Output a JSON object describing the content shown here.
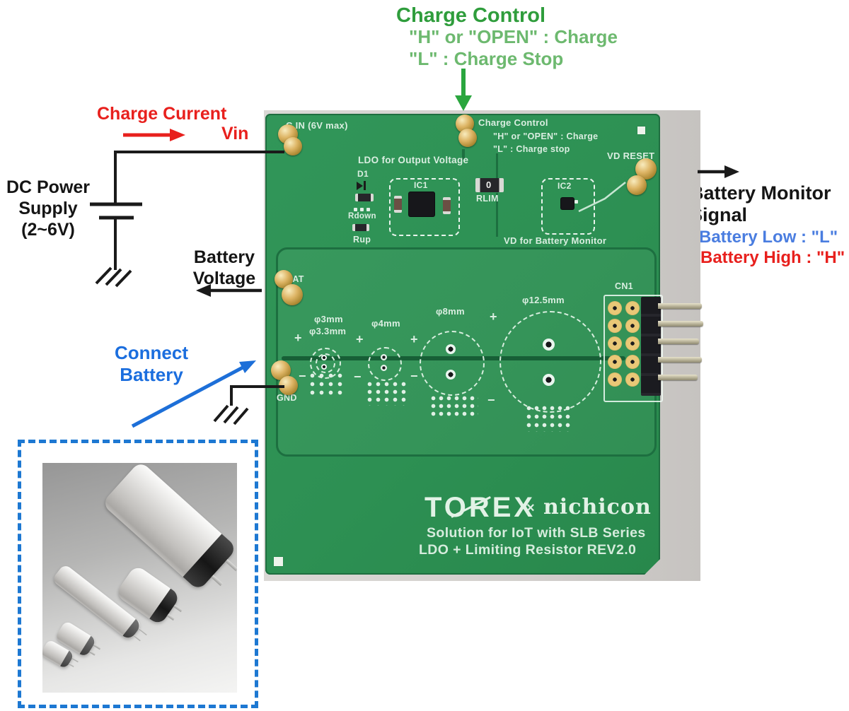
{
  "annotations": {
    "charge_control": {
      "title": "Charge Control",
      "line1": "\"H\" or \"OPEN\" : Charge",
      "line2": "\"L\" : Charge Stop"
    },
    "charge_current": {
      "label": "Charge Current",
      "vin": "Vin"
    },
    "dc_power_supply": {
      "line1": "DC Power",
      "line2": "Supply",
      "line3": "(2~6V)"
    },
    "battery_voltage": {
      "line1": "Battery",
      "line2": "Voltage"
    },
    "connect_battery": {
      "line1": "Connect",
      "line2": "Battery"
    },
    "battery_monitor": {
      "line1": "Battery Monitor",
      "line2": "Signal",
      "low": "Battery Low : \"L\"",
      "high": "Battery High : \"H\""
    }
  },
  "board": {
    "dc_in_label": "C IN (6V max)",
    "charge_control": {
      "title": "Charge Control",
      "line1": "\"H\" or \"OPEN\" : Charge",
      "line2": "\"L\" : Charge stop"
    },
    "vd_reset_label": "VD RESET",
    "ldo_label": "LDO for Output Voltage",
    "d1_label": "D1",
    "ic1_label": "IC1",
    "ic2_label": "IC2",
    "rdown_label": "Rdown",
    "rup_label": "Rup",
    "rlim_label": "RLIM",
    "rlim_value": "0",
    "vd_monitor_label": "VD for Battery Monitor",
    "bat_label": "BAT",
    "gnd_label": "GND",
    "cn1_label": "CN1",
    "diameters": {
      "d3": "φ3mm",
      "d33": "φ3.3mm",
      "d4": "φ4mm",
      "d8": "φ8mm",
      "d125": "φ12.5mm"
    },
    "plus": "+",
    "minus": "−",
    "logo": {
      "torex": "TOREX",
      "cross": "×",
      "nichicon": "nichicon"
    },
    "solution_line1": "Solution for IoT with SLB Series",
    "solution_line2": "LDO + Limiting Resistor REV2.0"
  },
  "colors": {
    "annotation_green": "#2f9d3c",
    "annotation_green_light": "#6db96f",
    "annotation_red": "#e8201d",
    "annotation_blue": "#1b6ede",
    "battery_low_blue": "#4a7de0",
    "pcb_green": "#2d9053",
    "silkscreen": "#daeee1",
    "dashed_box_blue": "#1d78d2"
  }
}
